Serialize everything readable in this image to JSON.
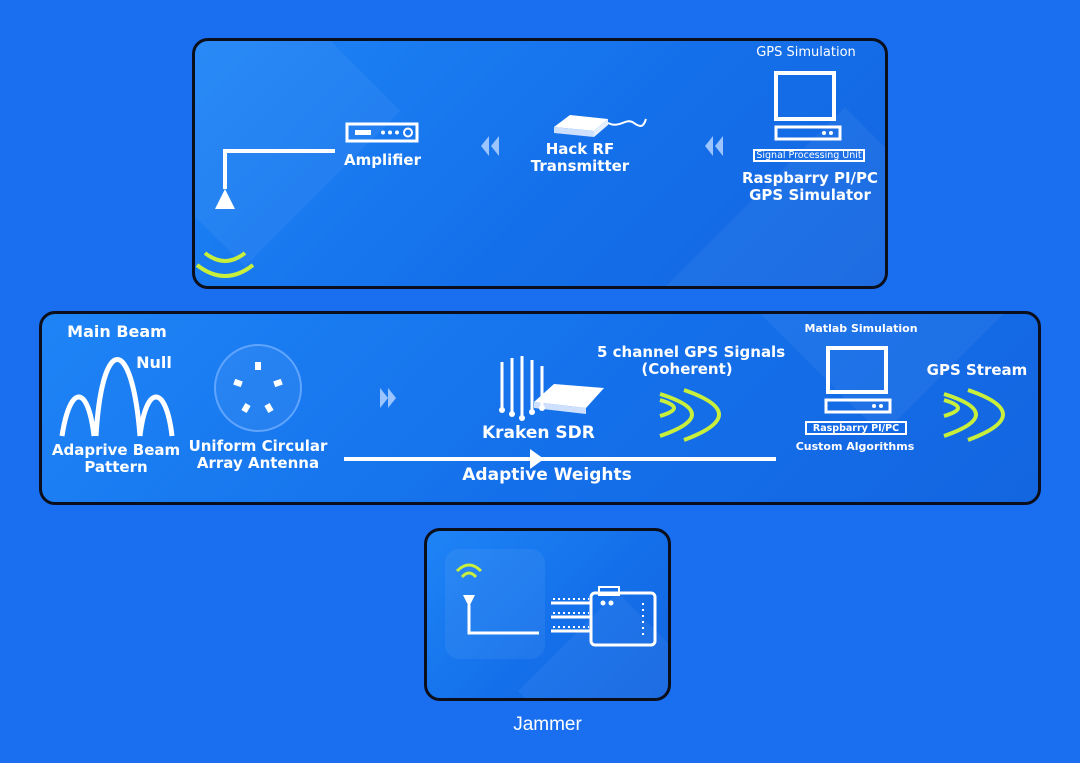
{
  "transmitter": {
    "gps_simulation": "GPS Simulation",
    "signal_processing_unit": "Signal Processing Unit",
    "raspberry_line1": "Raspbarry PI/PC",
    "raspberry_line2": "GPS Simulator",
    "hackrf_line1": "Hack RF",
    "hackrf_line2": "Transmitter",
    "amplifier": "Amplifier"
  },
  "receiver": {
    "main_beam": "Main Beam",
    "null": "Null",
    "beam_pattern_line1": "Adaprive Beam",
    "beam_pattern_line2": "Pattern",
    "uca_line1": "Uniform Circular",
    "uca_line2": "Array Antenna",
    "kraken_sdr": "Kraken SDR",
    "channel_line1": "5 channel GPS Signals",
    "channel_line2": "(Coherent)",
    "adaptive_weights": "Adaptive Weights",
    "matlab_simulation": "Matlab Simulation",
    "raspberry_screen": "Raspbarry PI/PC",
    "custom_algorithms": "Custom Algorithms",
    "gps_stream": "GPS Stream"
  },
  "jammer": {
    "caption": "Jammer"
  },
  "colors": {
    "background": "#1a6ff0",
    "panel_border": "#0b0f1c",
    "signal_green": "#c8ef3c",
    "icon_white": "#ffffff"
  }
}
